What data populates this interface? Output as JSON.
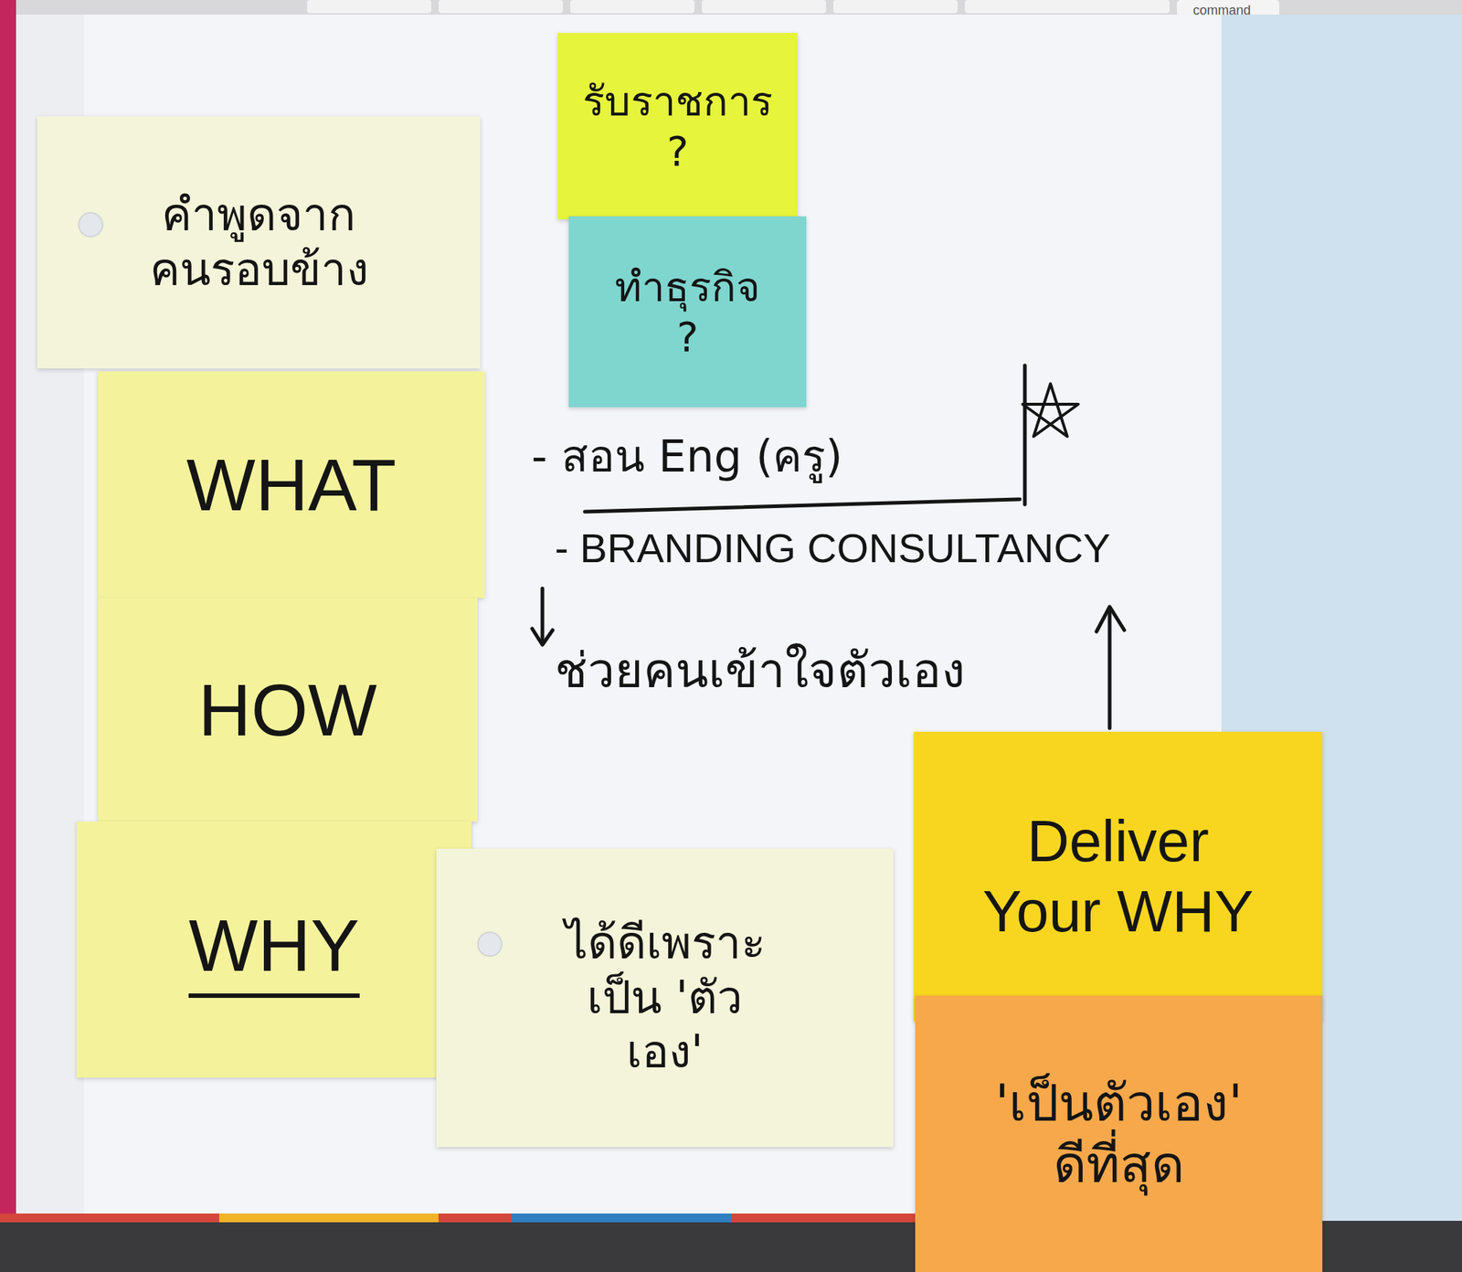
{
  "diagram": {
    "nodes": [
      {
        "text": [
          "คำพูดจาก คนรอบข้าง"
        ]
      },
      {
        "text": [
          "รับราชการ ?"
        ]
      },
      {
        "text": [
          "ทำธุรกิจ ?"
        ]
      },
      {
        "text": [
          "WHAT"
        ]
      },
      {
        "text": [
          "HOW"
        ]
      },
      {
        "text": [
          "WHY"
        ]
      },
      {
        "text": [
          "ได้ดีเพราะ เป็น 'ตัวเอง'"
        ]
      },
      {
        "text": [
          "Deliver Your WHY"
        ]
      },
      {
        "text": [
          "'เป็นตัวเอง' ดีที่สุด"
        ]
      }
    ],
    "labels": [
      "- สอน Eng (ครู)",
      "- BRANDING CONSULTANCY",
      "ช่วยคนเข้าใจตัวเอง",
      "command"
    ]
  }
}
